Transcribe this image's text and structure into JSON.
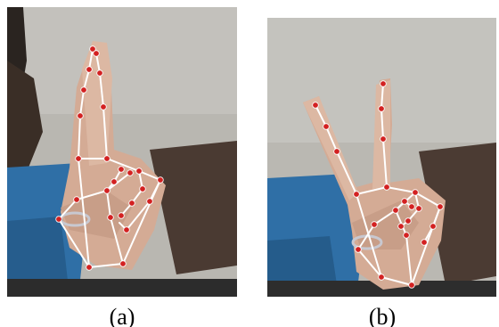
{
  "figure": {
    "panels": [
      {
        "id": "a",
        "caption": "(a)",
        "gesture": "two-fingers-together"
      },
      {
        "id": "b",
        "caption": "(b)",
        "gesture": "victory-sign"
      }
    ],
    "colors": {
      "skeleton_line": "#ffffff",
      "landmark_fill": "#d32121",
      "skin": "#d7ae97",
      "wall": "#bdbbb5",
      "shirt": "#2f6fa6"
    }
  }
}
